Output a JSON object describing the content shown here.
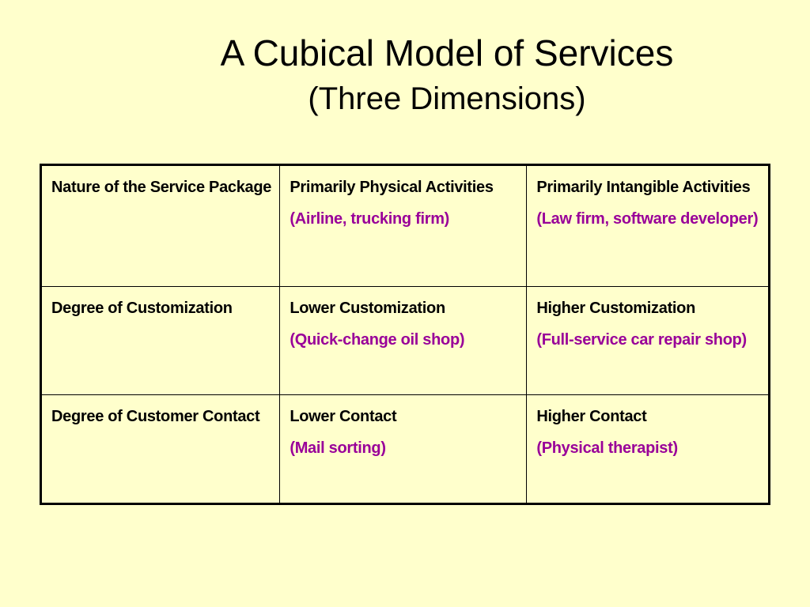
{
  "slide": {
    "title": "A Cubical Model of Services",
    "subtitle": "(Three Dimensions)"
  },
  "table": {
    "rows": [
      {
        "dimension": "Nature of the Service Package",
        "low": "Primarily Physical Activities",
        "low_example": "(Airline, trucking firm)",
        "high": "Primarily Intangible Activities",
        "high_example": "(Law firm, software developer)"
      },
      {
        "dimension": "Degree of Customization",
        "low": "Lower Customization",
        "low_example": "(Quick-change oil shop)",
        "high": "Higher Customization",
        "high_example": "(Full-service car repair shop)"
      },
      {
        "dimension": "Degree of Customer Contact",
        "low": "Lower Contact",
        "low_example": "(Mail sorting)",
        "high": "Higher Contact",
        "high_example": "(Physical therapist)"
      }
    ]
  },
  "colors": {
    "background": "#ffffcc",
    "example_text": "#990099",
    "text": "#000000"
  }
}
